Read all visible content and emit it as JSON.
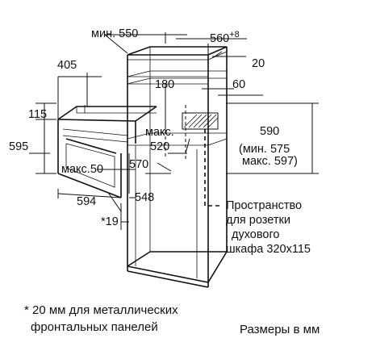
{
  "dims": {
    "min550": "мин. 550",
    "d560": "560",
    "d560_sup": "+8",
    "d20": "20",
    "d405": "405",
    "d180": "180",
    "d60": "60",
    "d115": "115",
    "d595": "595",
    "maks520_a": "макс.",
    "maks520_b": "520",
    "d590": "590",
    "min575": "(мин. 575",
    "maks597": "макс. 597)",
    "maks50": "макс.50",
    "d570": "570",
    "d594": "594",
    "d548": "548",
    "star19": "*19"
  },
  "socket_note": [
    "Пространство",
    "для розетки",
    "духового",
    "шкафа 320x115"
  ],
  "footnote": [
    "* 20 мм для металлических",
    "фронтальных панелей"
  ],
  "units_note": "Размеры в мм"
}
